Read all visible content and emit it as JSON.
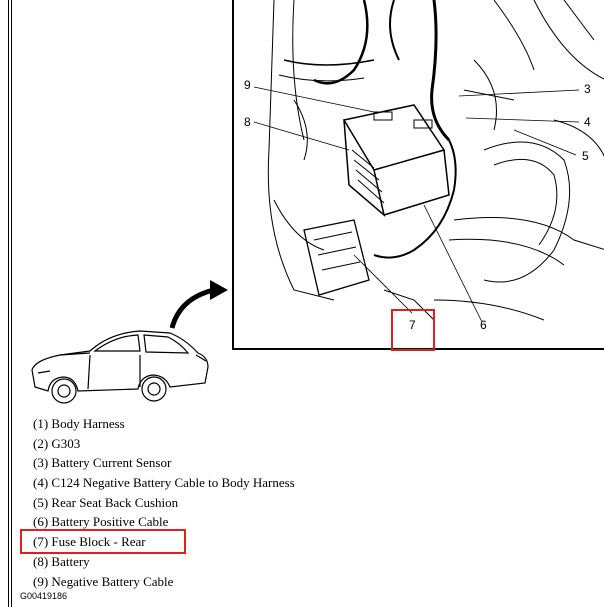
{
  "diagram": {
    "callouts": [
      "3",
      "4",
      "5",
      "6",
      "7",
      "8",
      "9"
    ],
    "highlight_color": "#e02020",
    "legend": [
      "(1) Body Harness",
      "(2) G303",
      "(3) Battery Current Sensor",
      "(4) C124 Negative Battery Cable to Body Harness",
      "(5) Rear Seat Back Cushion",
      "(6) Battery Positive Cable",
      "(7) Fuse Block - Rear",
      "(8) Battery",
      "(9) Negative Battery Cable"
    ],
    "figure_id": "G00419186"
  }
}
